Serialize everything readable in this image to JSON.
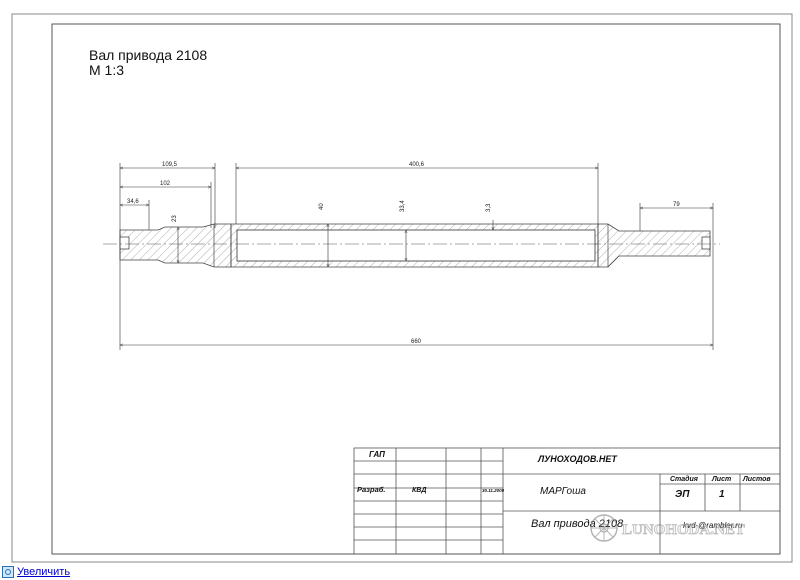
{
  "drawing": {
    "title": "Вал привода 2108",
    "scale": "М 1:3"
  },
  "dimensions": {
    "d_109_5": "109,5",
    "d_102": "102",
    "d_34_6": "34,6",
    "d_23": "23",
    "d_400_6": "400,6",
    "d_40": "40",
    "d_33_4": "33,4",
    "d_3_3": "3,3",
    "d_79": "79",
    "d_660": "660"
  },
  "title_block": {
    "gap": "ГАП",
    "razrab": "Разраб.",
    "kvd": "КВД",
    "date": "30.11.2000",
    "org": "ЛУНОХОДОВ.НЕТ",
    "stage_label": "Стадия",
    "sheet_label": "Лист",
    "sheets_label": "Листов",
    "stage_value": "ЭП",
    "sheet_value": "1",
    "author": "МАРГоша",
    "part_name": "Вал привода 2108",
    "email": "kvd-@rambler.ru"
  },
  "watermark": "LUNOHODA.NET",
  "link": {
    "enlarge_label": "Увеличить"
  }
}
